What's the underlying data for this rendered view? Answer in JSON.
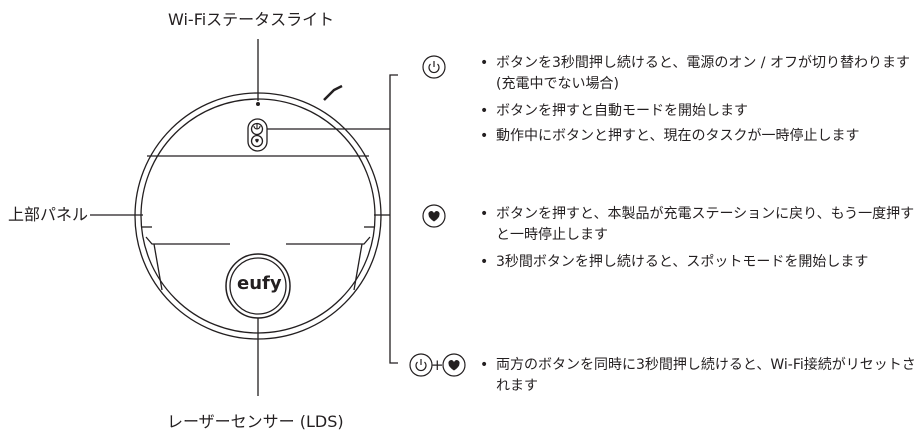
{
  "labels": {
    "wifi_status_light": "Wi-Fiステータスライト",
    "top_panel": "上部パネル",
    "laser_sensor": "レーザーセンサー (LDS)",
    "logo": "eufy"
  },
  "sections": [
    {
      "icon": "power-icon",
      "bullets": [
        "ボタンを3秒間押し続けると、電源のオン / オフが切り替わります (充電中でない場合)",
        "ボタンを押すと自動モードを開始します",
        "動作中にボタンと押すと、現在のタスクが一時停止します"
      ]
    },
    {
      "icon": "home-plug-icon",
      "bullets": [
        "ボタンを押すと、本製品が充電ステーションに戻り、もう一度押すと一時停止します",
        "3秒間ボタンを押し続けると、スポットモードを開始します"
      ]
    },
    {
      "icon": "power-plus-home-icon",
      "plus": "+",
      "bullets": [
        "両方のボタンを同時に3秒間押し続けると、Wi-Fi接続がリセットされます"
      ]
    }
  ],
  "bullet_glyph": "•"
}
